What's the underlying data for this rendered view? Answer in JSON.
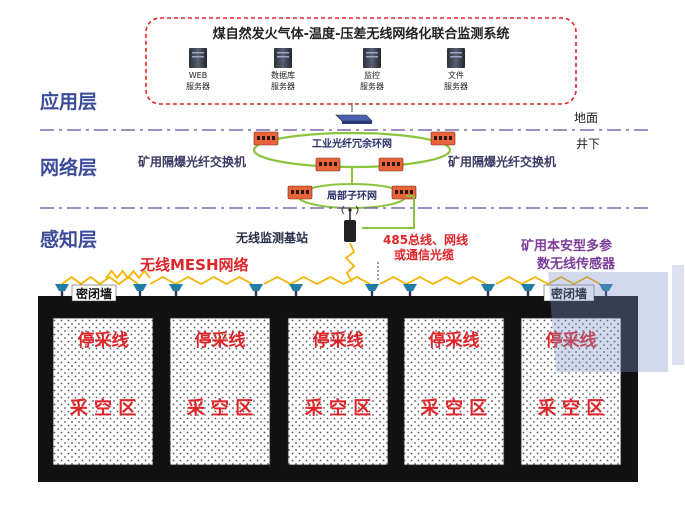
{
  "system_title": "煤自然发火气体-温度-压差无线网络化联合监测系统",
  "layers": {
    "application": "应用层",
    "network": "网络层",
    "sensing": "感知层"
  },
  "ground_labels": {
    "surface": "地面",
    "underground": "井下"
  },
  "servers": [
    {
      "line1": "WEB",
      "line2": "服务器"
    },
    {
      "line1": "数据库",
      "line2": "服务器"
    },
    {
      "line1": "监控",
      "line2": "服务器"
    },
    {
      "line1": "文件",
      "line2": "服务器"
    }
  ],
  "ring_labels": {
    "industrial_ring": "工业光纤冗余环网",
    "local_ring": "局部子环网"
  },
  "switch_labels": {
    "left": "矿用隔爆光纤交换机",
    "right": "矿用隔爆光纤交换机"
  },
  "base_station": "无线监测基站",
  "bus_label": {
    "line1": "485总线、网线",
    "line2": "或通信光缆"
  },
  "sensor_label": {
    "line1": "矿用本安型多参",
    "line2": "数无线传感器"
  },
  "mesh_label": "无线MESH网络",
  "seal_wall": "密闭墙",
  "panels": [
    {
      "stop_line": "停采线",
      "goaf": "采 空 区"
    },
    {
      "stop_line": "停采线",
      "goaf": "采 空 区"
    },
    {
      "stop_line": "停采线",
      "goaf": "采 空 区"
    },
    {
      "stop_line": "停采线",
      "goaf": "采 空 区"
    },
    {
      "stop_line": "停采线",
      "goaf": "采 空 区"
    }
  ],
  "colors": {
    "layer_text": "#3b4c9a",
    "red_text": "#e0252a",
    "purple_text": "#7a3d9a",
    "ring_green": "#8bc53f",
    "dash_purple": "#7b68b0",
    "dark_frame": "#111111",
    "switch_orange": "#e8643a",
    "tower_teal": "#1f7ea6"
  }
}
